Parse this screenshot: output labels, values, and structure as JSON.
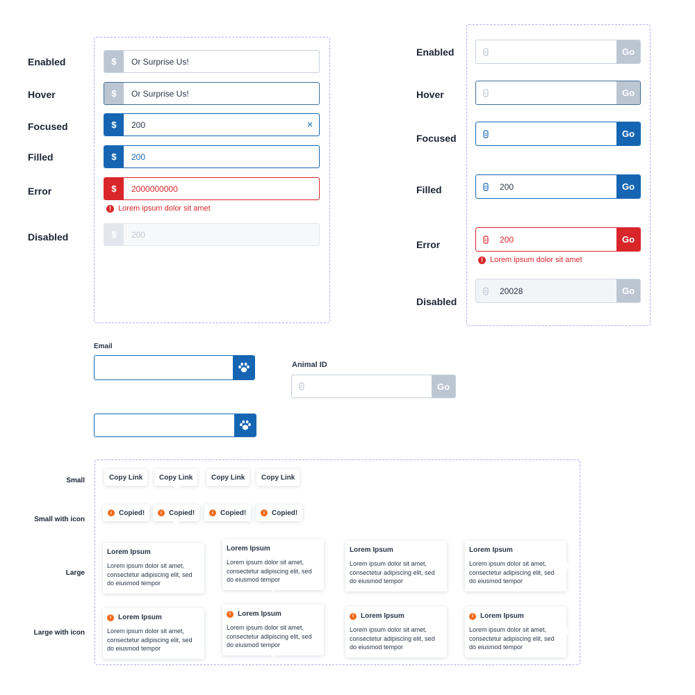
{
  "states": [
    "Enabled",
    "Hover",
    "Focused",
    "Filled",
    "Error",
    "Disabled"
  ],
  "currency_inputs": [
    {
      "prefix": "$",
      "value": "Or Surprise Us!"
    },
    {
      "prefix": "$",
      "value": "Or Surprise Us!"
    },
    {
      "prefix": "$",
      "value": "200",
      "clear": "×"
    },
    {
      "prefix": "$",
      "value": "200"
    },
    {
      "prefix": "$",
      "value": "2000000000"
    },
    {
      "prefix": "$",
      "value": "200"
    }
  ],
  "error_message": "Lorem ipsum dolor sit amet",
  "error_glyph": "!",
  "go_inputs": [
    {
      "value": "",
      "button": "Go"
    },
    {
      "value": "",
      "button": "Go"
    },
    {
      "value": "",
      "button": "Go"
    },
    {
      "value": "200",
      "button": "Go"
    },
    {
      "value": "200",
      "button": "Go"
    },
    {
      "value": "20028",
      "button": "Go"
    }
  ],
  "email": {
    "label": "Email",
    "icon": "paw-icon"
  },
  "animal_id": {
    "label": "Animal ID",
    "button": "Go"
  },
  "tooltips": {
    "rows": [
      "Small",
      "Small with icon",
      "Large",
      "Large with icon"
    ],
    "small_text": "Copy Link",
    "small_icon_text": "Copied!",
    "icon_glyph": "i",
    "large_title": "Lorem Ipsum",
    "large_body": "Lorem ipsum dolor sit amet, consectetur adipiscing elit, sed do eiusmod tempor"
  },
  "colors": {
    "primary": "#1565b3",
    "error": "#d9262a",
    "disabled": "#bcc6d3",
    "accent_orange": "#f06a1a",
    "dashed_border": "#b6a8ee"
  }
}
